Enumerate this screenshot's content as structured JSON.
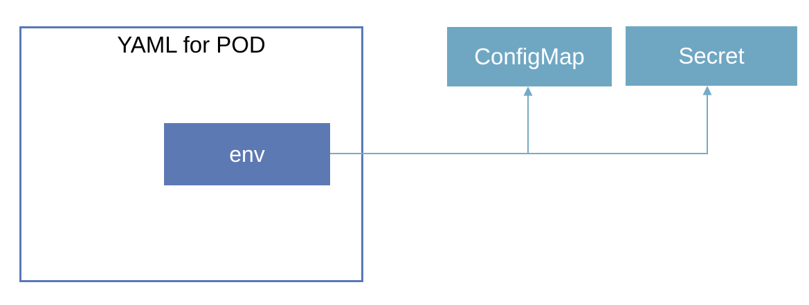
{
  "diagram": {
    "pod_box": {
      "title": "YAML for POD"
    },
    "env_box": {
      "label": "env"
    },
    "configmap_box": {
      "label": "ConfigMap"
    },
    "secret_box": {
      "label": "Secret"
    },
    "connections": [
      {
        "from": "env",
        "to": "ConfigMap",
        "style": "arrow"
      },
      {
        "from": "env",
        "to": "Secret",
        "style": "arrow"
      }
    ],
    "colors": {
      "pod_border": "#5878B8",
      "env_fill": "#5C79B4",
      "target_fill": "#6FA7C3",
      "connector": "#76AAC6",
      "title_text": "#000000",
      "box_text": "#FFFFFF",
      "background": "#FFFFFF"
    }
  }
}
